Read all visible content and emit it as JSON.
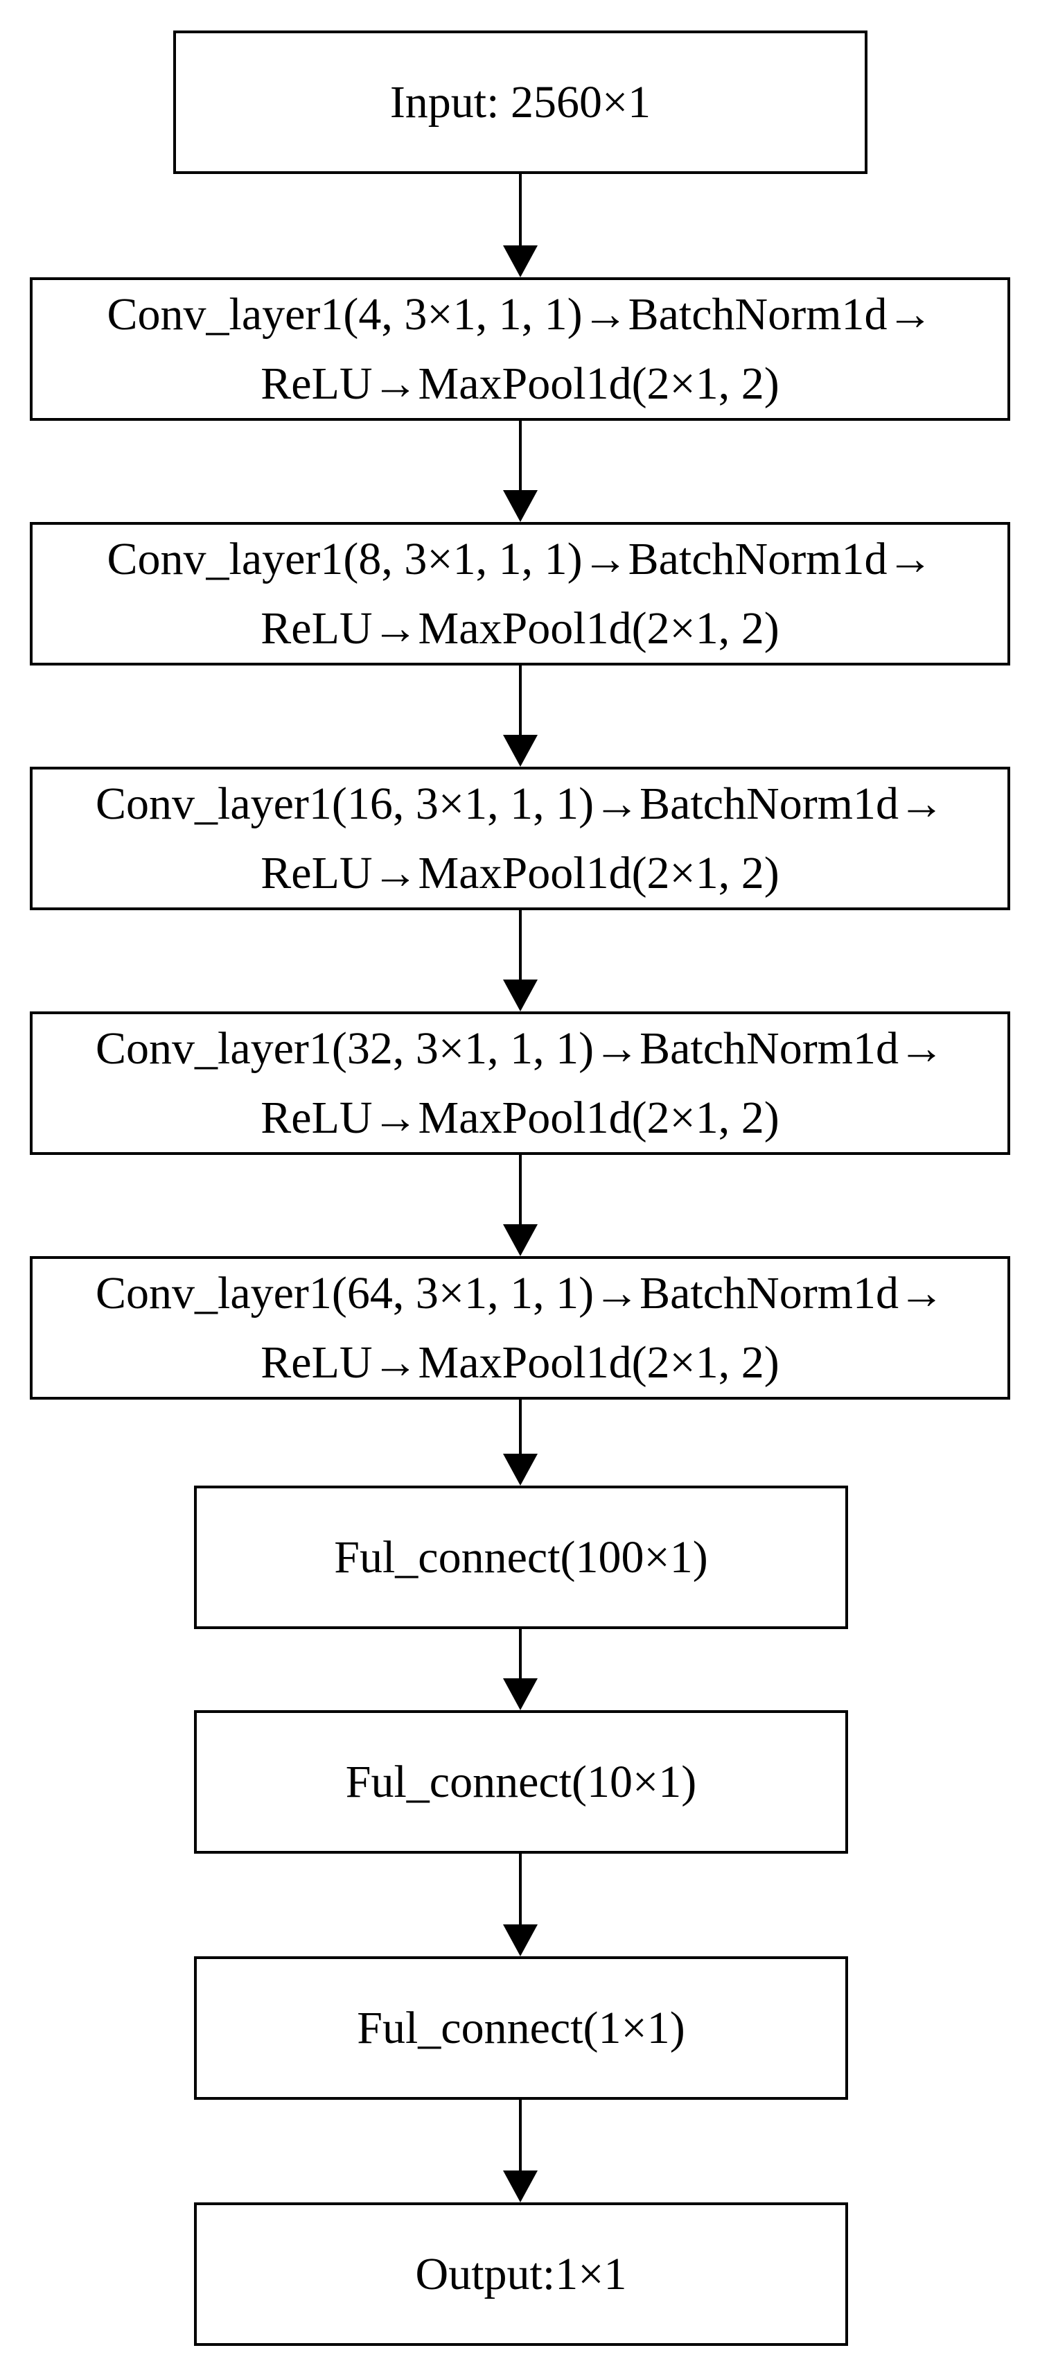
{
  "diagram": {
    "type": "flowchart",
    "background_color": "#ffffff",
    "stroke_color": "#000000",
    "text_color": "#000000",
    "nodes": [
      {
        "id": "input",
        "lines": [
          "Input: 2560×1"
        ]
      },
      {
        "id": "conv-block-1",
        "lines": [
          "Conv_layer1(4, 3×1, 1, 1)→BatchNorm1d→",
          "ReLU→MaxPool1d(2×1, 2)"
        ]
      },
      {
        "id": "conv-block-2",
        "lines": [
          "Conv_layer1(8, 3×1, 1, 1)→BatchNorm1d→",
          "ReLU→MaxPool1d(2×1, 2)"
        ]
      },
      {
        "id": "conv-block-3",
        "lines": [
          "Conv_layer1(16, 3×1, 1, 1)→BatchNorm1d→",
          "ReLU→MaxPool1d(2×1, 2)"
        ]
      },
      {
        "id": "conv-block-4",
        "lines": [
          "Conv_layer1(32, 3×1, 1, 1)→BatchNorm1d→",
          "ReLU→MaxPool1d(2×1, 2)"
        ]
      },
      {
        "id": "conv-block-5",
        "lines": [
          "Conv_layer1(64, 3×1, 1, 1)→BatchNorm1d→",
          "ReLU→MaxPool1d(2×1, 2)"
        ]
      },
      {
        "id": "fc-1",
        "lines": [
          "Ful_connect(100×1)"
        ]
      },
      {
        "id": "fc-2",
        "lines": [
          "Ful_connect(10×1)"
        ]
      },
      {
        "id": "fc-3",
        "lines": [
          "Ful_connect(1×1)"
        ]
      },
      {
        "id": "output",
        "lines": [
          "Output:1×1"
        ]
      }
    ],
    "edges": [
      {
        "from": "input",
        "to": "conv-block-1",
        "direction": "down"
      },
      {
        "from": "conv-block-1",
        "to": "conv-block-2",
        "direction": "down"
      },
      {
        "from": "conv-block-2",
        "to": "conv-block-3",
        "direction": "down"
      },
      {
        "from": "conv-block-3",
        "to": "conv-block-4",
        "direction": "down"
      },
      {
        "from": "conv-block-4",
        "to": "conv-block-5",
        "direction": "down"
      },
      {
        "from": "conv-block-5",
        "to": "fc-1",
        "direction": "down"
      },
      {
        "from": "fc-1",
        "to": "fc-2",
        "direction": "down"
      },
      {
        "from": "fc-2",
        "to": "fc-3",
        "direction": "down"
      },
      {
        "from": "fc-3",
        "to": "output",
        "direction": "down"
      }
    ]
  }
}
